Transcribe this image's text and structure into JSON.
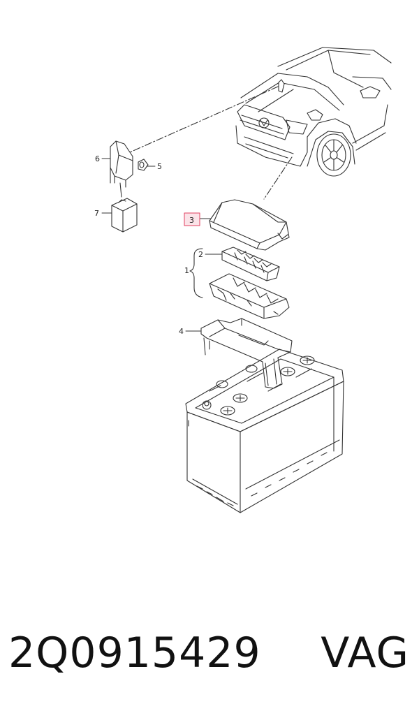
{
  "callouts": [
    {
      "id": "1",
      "label": "1"
    },
    {
      "id": "2",
      "label": "2"
    },
    {
      "id": "3",
      "label": "3"
    },
    {
      "id": "4",
      "label": "4"
    },
    {
      "id": "5",
      "label": "5"
    },
    {
      "id": "6",
      "label": "6"
    },
    {
      "id": "7",
      "label": "7"
    }
  ],
  "highlight": {
    "callout": "3",
    "color": "#e04060",
    "fill": "#fbe3e8"
  },
  "footer": {
    "part_number": "2Q0915429",
    "brand": "VAG"
  }
}
